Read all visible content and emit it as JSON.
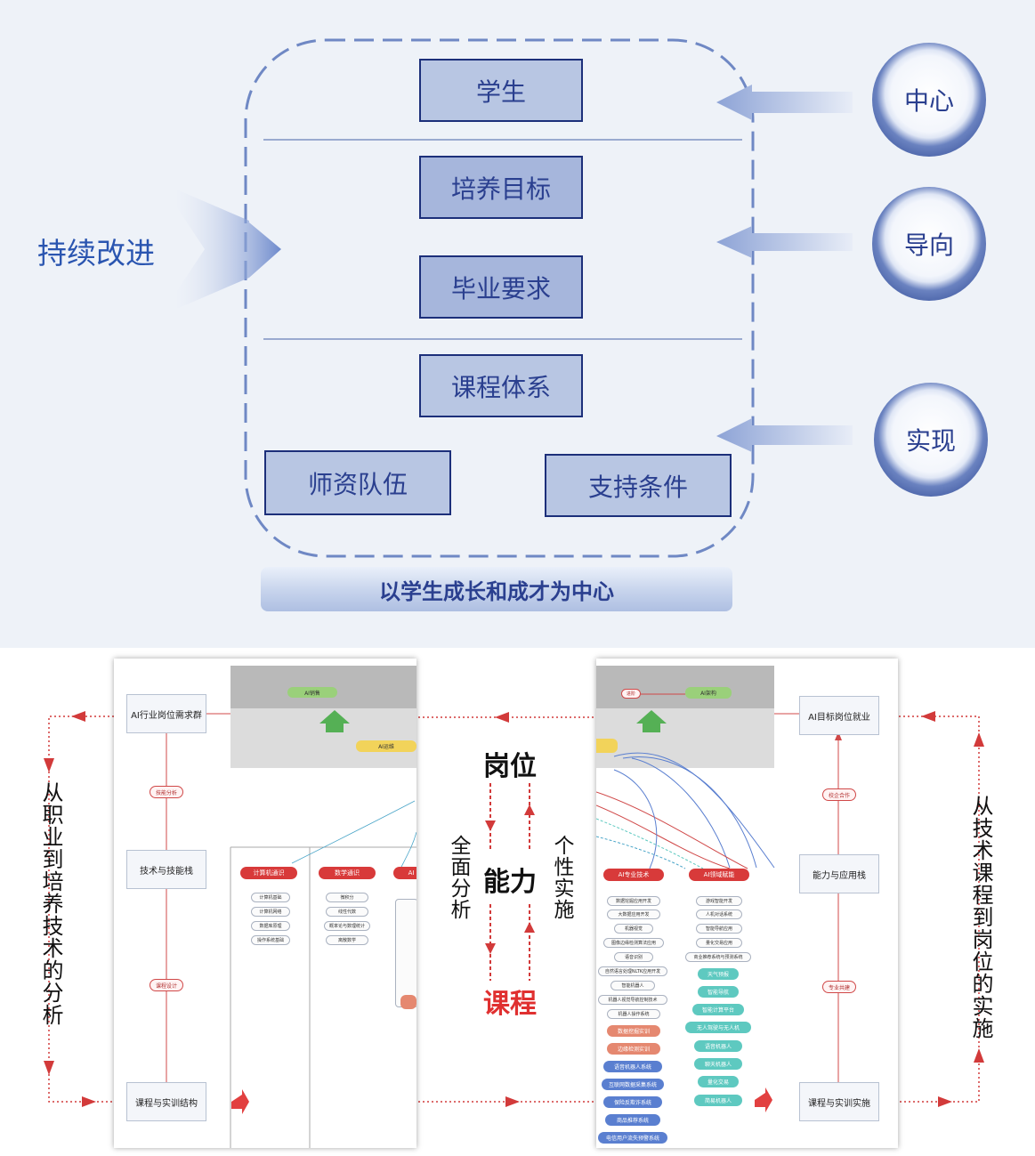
{
  "top": {
    "boxes": {
      "student": "学生",
      "goal": "培养目标",
      "requirement": "毕业要求",
      "curriculum": "课程体系",
      "faculty": "师资队伍",
      "support": "支持条件"
    },
    "circles": {
      "center": "中心",
      "orient": "导向",
      "realize": "实现"
    },
    "persist": "持续改进",
    "banner": "以学生成长和成才为中心"
  },
  "bottom": {
    "left_panel": {
      "industry_demand": "AI行业岗位需求群",
      "tech_stack": "技术与技能栈",
      "course_structure": "课程与实训结构",
      "skill_analysis": "技能分析",
      "course_design": "课程设计",
      "ai_sales": "AI销售",
      "ai_ops": "AI运维",
      "cols": [
        "计算机通识",
        "数学通识",
        "AI"
      ],
      "col1_leaves": [
        "计算机基础",
        "计算机网络",
        "数据库原理",
        "操作系统基础"
      ],
      "col2_leaves": [
        "微积分",
        "线性代数",
        "概率论与数理统计",
        "离散数学"
      ]
    },
    "right_panel": {
      "target_job": "AI目标岗位就业",
      "ability_stack": "能力与应用栈",
      "course_impl": "课程与实训实施",
      "school_enterprise": "校企合作",
      "specialty": "专业共建",
      "advance": "进阶",
      "ai_arch": "AI架构",
      "cols": [
        "AI专业技术",
        "AI领域赋能"
      ],
      "colA_leaves": [
        "数据挖掘应用开发",
        "大数据应用开发",
        "机器视觉",
        "图像边缘检测算法应用",
        "语音识别",
        "自然语言处理NLTK应用开发",
        "智能机器人",
        "机器人视觉导航控制技术",
        "机器人操作系统"
      ],
      "colA_projects": [
        "数据挖掘实训",
        "边缘检测实训",
        "语音机器人系统",
        "互联网数据采集系统",
        "保险反欺诈系统",
        "商品推荐系统",
        "电信用户流失预警系统"
      ],
      "colB_leaves": [
        "游戏智能开发",
        "人机对话系统",
        "智能导航应用",
        "量化交易应用",
        "商业推荐系统与预测系统"
      ],
      "colB_projects": [
        "天气预报",
        "智能导航",
        "智能计算平台",
        "无人驾驶与无人机",
        "语音机器人",
        "聊天机器人",
        "量化交易",
        "简易机器人"
      ]
    },
    "center": {
      "job": "岗位",
      "ability": "能力",
      "course": "课程",
      "left_side": "全面分析",
      "right_side": "个性实施"
    },
    "left_vertical": "从职业到培养技术的分析",
    "right_vertical": "从技术课程到岗位的实施"
  }
}
